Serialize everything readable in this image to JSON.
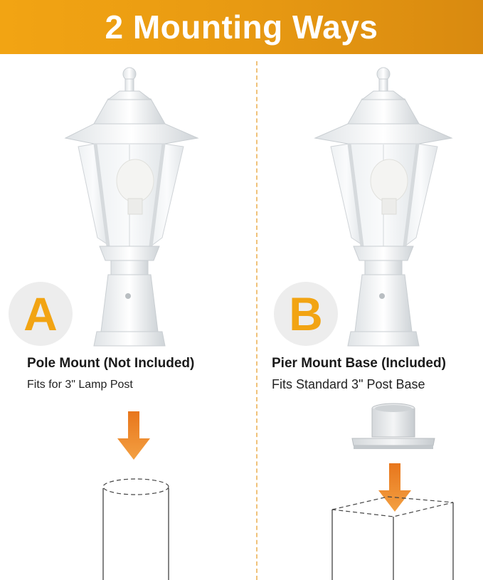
{
  "banner": {
    "title": "2 Mounting Ways"
  },
  "options": [
    {
      "letter": "A",
      "title": "Pole Mount (Not Included)",
      "subtitle": "Fits for 3\" Lamp Post"
    },
    {
      "letter": "B",
      "title": "Pier Mount Base (Included)",
      "subtitle": "Fits Standard 3\" Post Base"
    }
  ],
  "colors": {
    "accent": "#f2a413",
    "arrow": "#e8761c",
    "badge_bg": "#ededed",
    "divider": "#f0c27a"
  }
}
